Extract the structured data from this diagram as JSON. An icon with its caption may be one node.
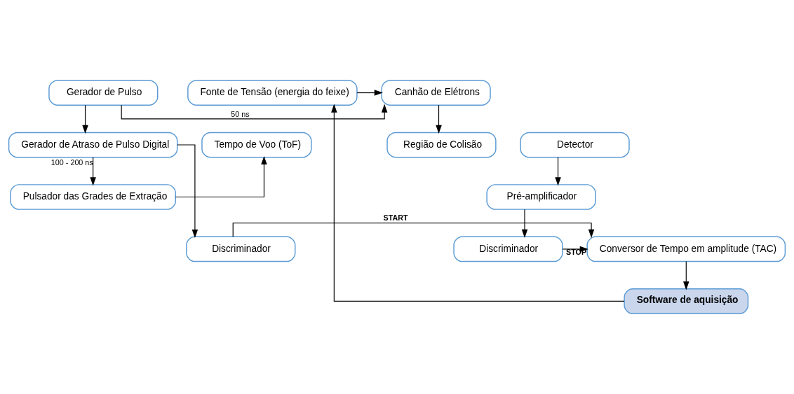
{
  "diagram": {
    "nodes": [
      {
        "text": [
          "Gerador de Pulso"
        ]
      },
      {
        "text": [
          "Canhão de Elétrons"
        ]
      },
      {
        "text": [
          "Fonte de Tensão (energia do feixe)"
        ]
      },
      {
        "text": [
          "Gerador de Atraso de Pulso Digital"
        ]
      },
      {
        "text": [
          "Região de Colisão"
        ]
      },
      {
        "text": [
          "Tempo de Voo (ToF)"
        ]
      },
      {
        "text": [
          "Detector"
        ]
      },
      {
        "text": [
          "Pulsador das Grades de Extração"
        ]
      },
      {
        "text": [
          "Pré-amplificador"
        ]
      },
      {
        "text": [
          "Discriminador"
        ]
      },
      {
        "text": [
          "Conversor de Tempo em amplitude (TAC)"
        ]
      },
      {
        "text": [
          "Discriminador"
        ]
      },
      {
        "text": [
          "Software de aquisição"
        ]
      }
    ],
    "edges": [
      {
        "from": 0,
        "to": 1,
        "arrow": "to",
        "label": "50 ns"
      },
      {
        "from": 2,
        "to": 1,
        "arrow": "to"
      },
      {
        "from": 0,
        "to": 3,
        "arrow": "to"
      },
      {
        "from": 1,
        "to": 4,
        "arrow": "to"
      },
      {
        "from": 3,
        "to": 9,
        "arrow": "to"
      },
      {
        "from": 3,
        "to": 7,
        "arrow": "to",
        "label": "100 - 200 ns"
      },
      {
        "from": 7,
        "to": 5,
        "arrow": "to"
      },
      {
        "from": 6,
        "to": 8,
        "arrow": "to"
      },
      {
        "from": 8,
        "to": 11,
        "arrow": "to"
      },
      {
        "from": 9,
        "to": 10,
        "arrow": "to",
        "label": "START"
      },
      {
        "from": 11,
        "to": 10,
        "arrow": "to",
        "label": "STOP"
      },
      {
        "from": 10,
        "to": 12,
        "arrow": "to"
      },
      {
        "from": 12,
        "to": 2,
        "arrow": "to"
      }
    ]
  }
}
